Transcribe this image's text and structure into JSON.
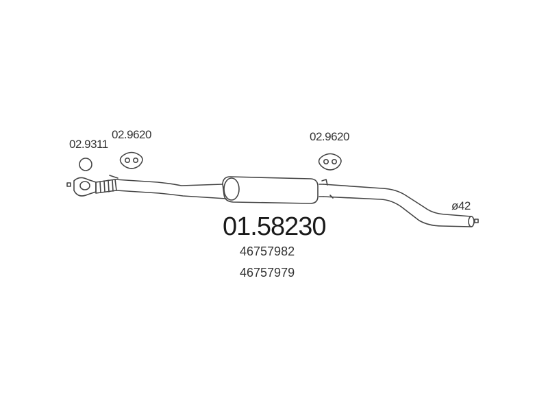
{
  "labels": {
    "gasket_code": "02.9311",
    "hanger_left_code": "02.9620",
    "hanger_right_code": "02.9620",
    "diameter": "ø42",
    "part_number": "01.58230",
    "oem_numbers": [
      "46757982",
      "46757979"
    ]
  },
  "colors": {
    "line": "#444444",
    "text": "#333333"
  }
}
